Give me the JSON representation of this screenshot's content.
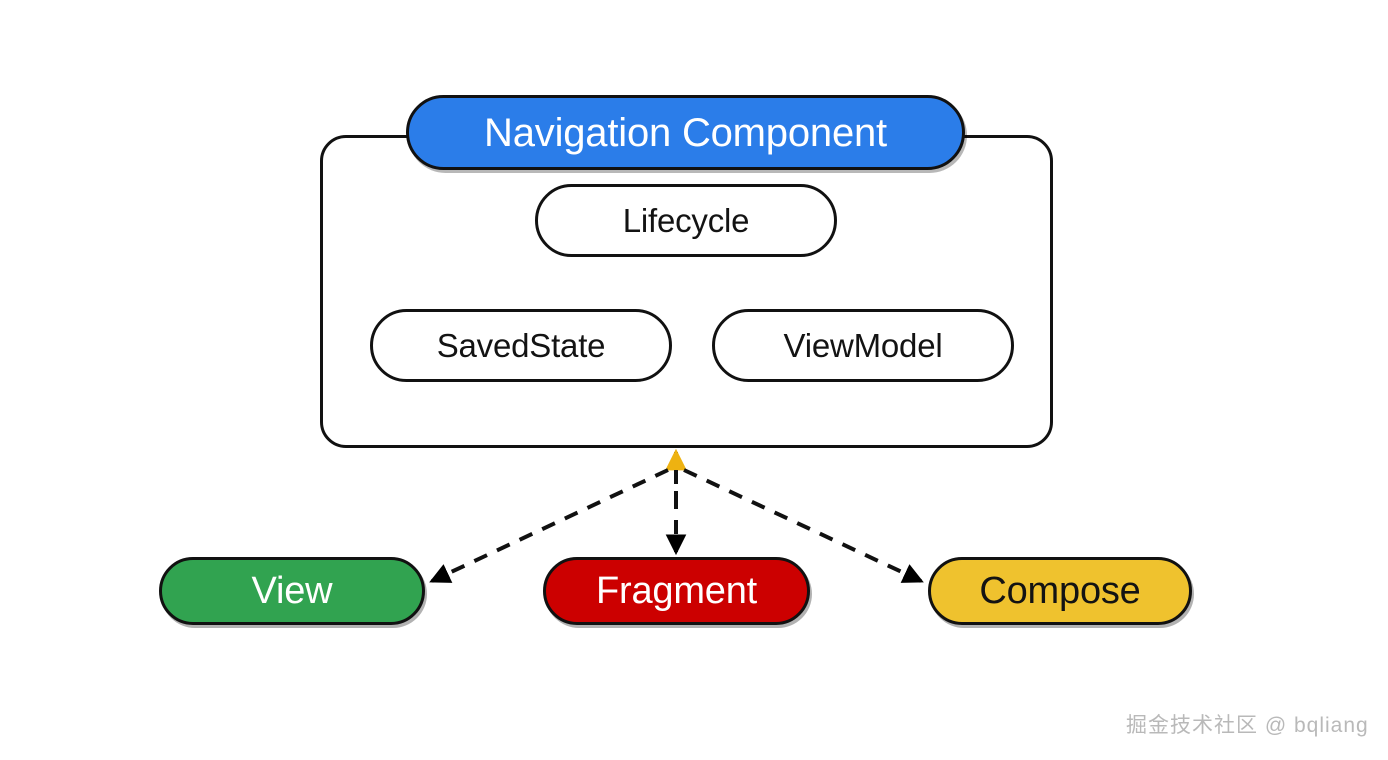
{
  "diagram": {
    "title_node": {
      "label": "Navigation Component",
      "color": "#2b7de9",
      "text_color": "#ffffff"
    },
    "container": {
      "name": "navigation-component-group",
      "border_color": "#111111"
    },
    "inner_nodes": [
      {
        "label": "Lifecycle",
        "color": "#ffffff",
        "text_color": "#131313"
      },
      {
        "label": "SavedState",
        "color": "#ffffff",
        "text_color": "#131313"
      },
      {
        "label": "ViewModel",
        "color": "#ffffff",
        "text_color": "#131313"
      }
    ],
    "leaf_nodes": [
      {
        "label": "View",
        "color": "#31a350",
        "text_color": "#ffffff"
      },
      {
        "label": "Fragment",
        "color": "#cc0000",
        "text_color": "#ffffff"
      },
      {
        "label": "Compose",
        "color": "#efc22e",
        "text_color": "#131313"
      }
    ],
    "edges": [
      {
        "from": "navigation-component-group",
        "to": "View",
        "style": "dashed",
        "arrow_color": "#000000"
      },
      {
        "from": "navigation-component-group",
        "to": "Fragment",
        "style": "dashed",
        "arrow_color": "#000000"
      },
      {
        "from": "navigation-component-group",
        "to": "Compose",
        "style": "dashed",
        "arrow_color": "#000000"
      },
      {
        "from": "hub",
        "to": "navigation-component-group",
        "style": "solid-head",
        "arrow_color": "#eeb211"
      }
    ],
    "edge_line_color": "#111111"
  },
  "watermark": {
    "text": "掘金技术社区 @ bqliang",
    "color": "#b9b9b9"
  }
}
